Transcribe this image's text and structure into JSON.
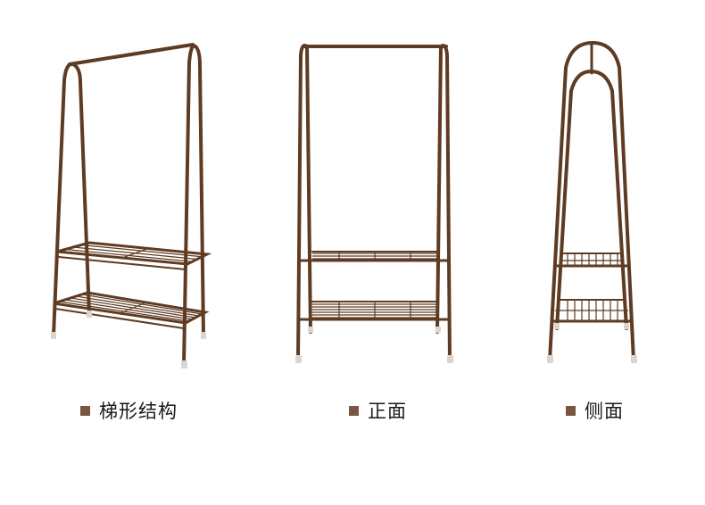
{
  "colors": {
    "frame": "#5e3b22",
    "frame_highlight": "#8a6245",
    "foot": "#d9d6d2",
    "bullet": "#7a5541",
    "text": "#1a1a1a"
  },
  "views": [
    {
      "label": "梯形结构",
      "icon": "square-bullet-icon"
    },
    {
      "label": "正面",
      "icon": "square-bullet-icon"
    },
    {
      "label": "侧面",
      "icon": "square-bullet-icon"
    }
  ]
}
